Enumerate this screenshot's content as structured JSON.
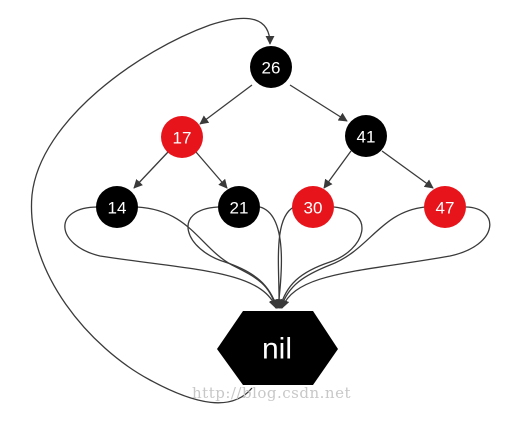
{
  "nodes": [
    {
      "id": "n26",
      "label": "26",
      "color": "black"
    },
    {
      "id": "n17",
      "label": "17",
      "color": "red"
    },
    {
      "id": "n41",
      "label": "41",
      "color": "black"
    },
    {
      "id": "n14",
      "label": "14",
      "color": "black"
    },
    {
      "id": "n21",
      "label": "21",
      "color": "black"
    },
    {
      "id": "n30",
      "label": "30",
      "color": "red"
    },
    {
      "id": "n47",
      "label": "47",
      "color": "red"
    }
  ],
  "edges": [
    {
      "from": "26",
      "to": "17"
    },
    {
      "from": "26",
      "to": "41"
    },
    {
      "from": "17",
      "to": "14"
    },
    {
      "from": "17",
      "to": "21"
    },
    {
      "from": "41",
      "to": "30"
    },
    {
      "from": "41",
      "to": "47"
    },
    {
      "from": "14",
      "to": "nil"
    },
    {
      "from": "21",
      "to": "nil"
    },
    {
      "from": "30",
      "to": "nil"
    },
    {
      "from": "47",
      "to": "nil"
    },
    {
      "from": "nil",
      "to": "26"
    }
  ],
  "nil_label": "nil",
  "watermark": "http://blog.csdn.net",
  "colors": {
    "black_node": "#000000",
    "red_node": "#e8141b",
    "node_text": "#ffffff",
    "edge": "#3a3a3a"
  }
}
